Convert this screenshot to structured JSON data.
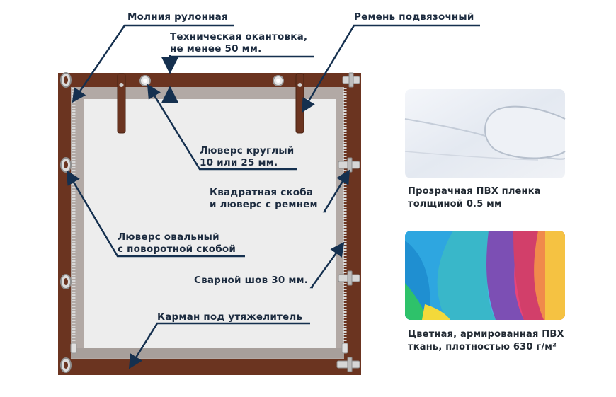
{
  "labels": {
    "zipper": "Молния рулонная",
    "strap": "Ремень подвязочный",
    "edging_line1": "Техническая окантовка,",
    "edging_line2": "не менее 50 мм.",
    "round_grommet_line1": "Люверс круглый",
    "round_grommet_line2": "10 или 25 мм.",
    "square_bracket_line1": "Квадратная скоба",
    "square_bracket_line2": "и люверс с ремнем",
    "oval_grommet_line1": "Люверс овальный",
    "oval_grommet_line2": "с поворотной скобой",
    "weld_seam": "Сварной шов 30 мм.",
    "weight_pocket": "Карман под утяжелитель"
  },
  "materials": {
    "clear_film_line1": "Прозрачная ПВХ пленка",
    "clear_film_line2": "толщиной 0.5 мм",
    "colored_fabric_line1": "Цветная, армированная ПВХ",
    "colored_fabric_line2": "ткань, плотностью 630 г/м²"
  },
  "colors": {
    "frame_brown": "#6b3420",
    "inner_border": "#b2a9a5",
    "panel": "#ededed",
    "leader_line": "#15304f"
  }
}
